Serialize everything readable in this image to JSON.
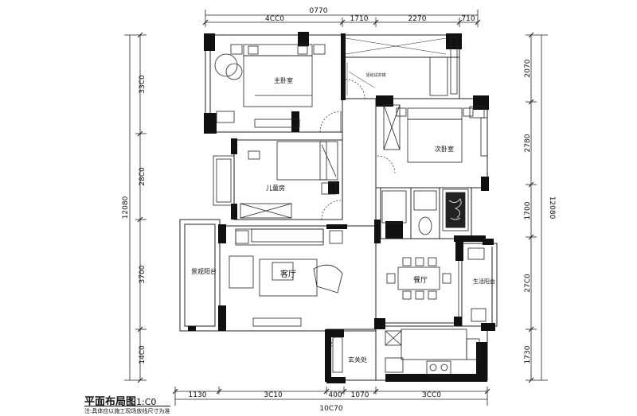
{
  "dimensions": {
    "top": [
      "0770",
      "4CC0",
      "1710",
      "2270",
      "710"
    ],
    "bottom": [
      "1130",
      "3C10",
      "400",
      "1070",
      "3CC0",
      "10C70"
    ],
    "left": [
      "33C0",
      "28C0",
      "3700",
      "14C0",
      "12080"
    ],
    "right": [
      "2070",
      "2780",
      "1700",
      "27C0",
      "1730",
      "12080"
    ]
  },
  "rooms": {
    "master_bedroom": "主卧室",
    "walk_in_closet": "活动试衣镜",
    "second_bedroom": "次卧室",
    "kids_room": "儿童房",
    "living_room": "客厅",
    "landscape_balcony": "景观阳台",
    "dining_room": "餐厅",
    "service_balcony": "生活阳台",
    "foyer": "玄关处"
  },
  "title": {
    "main": "平面布局图",
    "scale": "1:C0",
    "note": "注:具体应以施工现场放线尺寸为准"
  }
}
